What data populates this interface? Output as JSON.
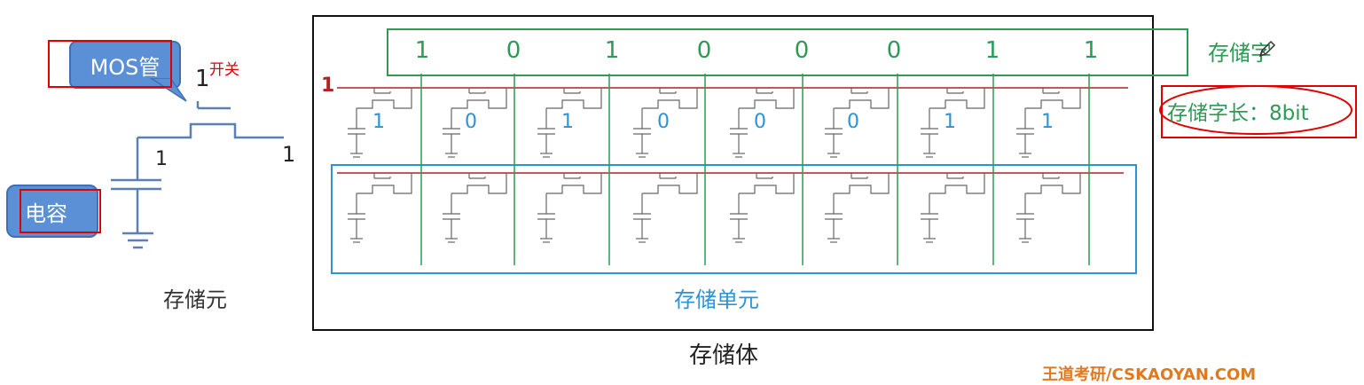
{
  "left": {
    "mos_label": "MOS管",
    "switch_label": "开关",
    "switch_value": "1",
    "mid_value": "1",
    "right_value": "1",
    "capacitor_label": "电容",
    "caption": "存储元"
  },
  "memory": {
    "row_marker": "1",
    "word_bits": [
      "1",
      "0",
      "1",
      "0",
      "0",
      "0",
      "1",
      "1"
    ],
    "cell_bits": [
      "1",
      "0",
      "1",
      "0",
      "0",
      "0",
      "1",
      "1"
    ],
    "word_label": "存储字",
    "word_length_label": "存储字长：8bit",
    "unit_label": "存储单元",
    "body_caption": "存储体"
  },
  "watermark": "王道考研/CSKAOYAN.COM",
  "colors": {
    "green": "#2e9a55",
    "blue": "#2d93d4",
    "red": "#e00000",
    "wire": "#5a80b4",
    "dark_red": "#b22222"
  }
}
